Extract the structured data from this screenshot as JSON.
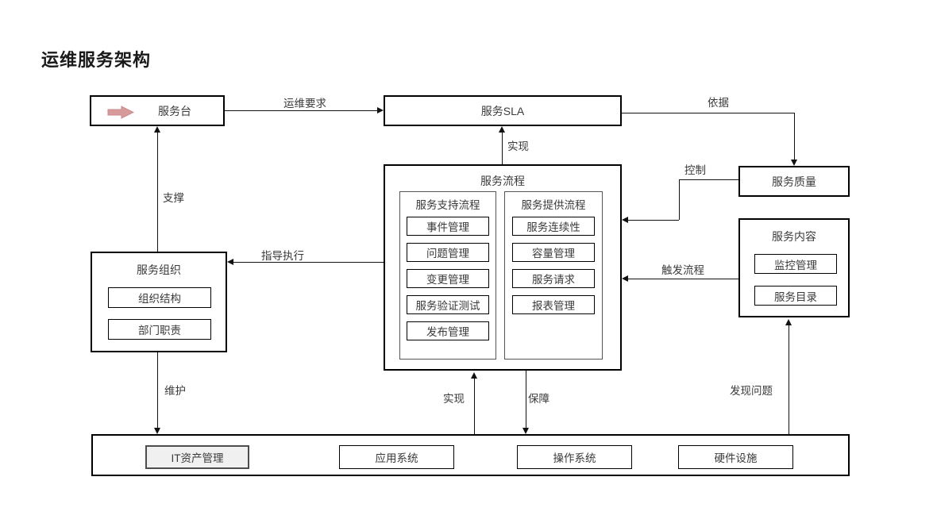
{
  "page": {
    "title": "运维服务架构",
    "accent_pink": "#d79a9a",
    "line_color": "#111111",
    "text_color": "#3a3a3a",
    "highlight_fill": "#f0f0f0"
  },
  "nodes": {
    "service_desk": {
      "label": "服务台",
      "icon": "right-arrow-icon"
    },
    "service_sla": {
      "label": "服务SLA"
    },
    "service_quality": {
      "label": "服务质量"
    },
    "service_org": {
      "title": "服务组织",
      "items": [
        {
          "label": "组织结构"
        },
        {
          "label": "部门职责"
        }
      ]
    },
    "service_process": {
      "title": "服务流程",
      "groups": [
        {
          "title": "服务支持流程",
          "items": [
            {
              "label": "事件管理"
            },
            {
              "label": "问题管理"
            },
            {
              "label": "变更管理"
            },
            {
              "label": "服务验证测试"
            },
            {
              "label": "发布管理"
            }
          ]
        },
        {
          "title": "服务提供流程",
          "items": [
            {
              "label": "服务连续性"
            },
            {
              "label": "容量管理"
            },
            {
              "label": "服务请求"
            },
            {
              "label": "报表管理"
            }
          ]
        }
      ]
    },
    "service_content": {
      "title": "服务内容",
      "items": [
        {
          "label": "监控管理"
        },
        {
          "label": "服务目录"
        }
      ]
    },
    "infrastructure": {
      "items": [
        {
          "label": "IT资产管理",
          "highlighted": true
        },
        {
          "label": "应用系统",
          "highlighted": false
        },
        {
          "label": "操作系统",
          "highlighted": false
        },
        {
          "label": "硬件设施",
          "highlighted": false
        }
      ]
    }
  },
  "edges": [
    {
      "id": "desk-to-sla",
      "label": "运维要求"
    },
    {
      "id": "sla-to-quality",
      "label": "依据"
    },
    {
      "id": "process-to-sla",
      "label": "实现"
    },
    {
      "id": "quality-to-process",
      "label": "控制"
    },
    {
      "id": "org-support-desk",
      "label": "支撑"
    },
    {
      "id": "process-to-org",
      "label": "指导执行"
    },
    {
      "id": "content-to-process",
      "label": "触发流程"
    },
    {
      "id": "org-to-infra",
      "label": "维护"
    },
    {
      "id": "infra-to-process",
      "label": "实现"
    },
    {
      "id": "process-to-infra",
      "label": "保障"
    },
    {
      "id": "infra-to-content",
      "label": "发现问题"
    }
  ]
}
